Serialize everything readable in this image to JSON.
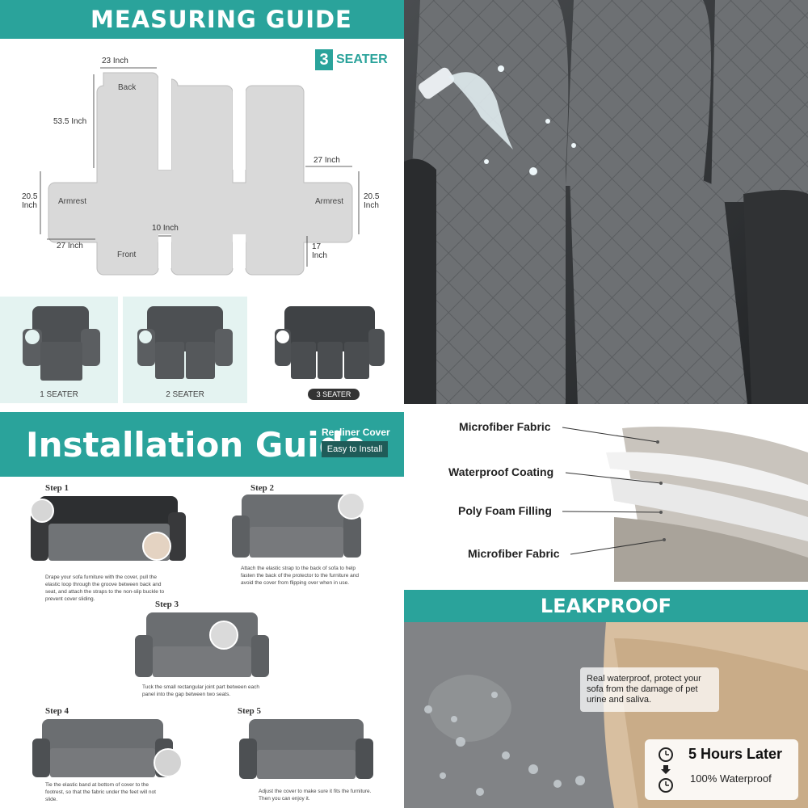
{
  "measuring_guide": {
    "title": "MEASURING GUIDE",
    "seater_badge": {
      "number": "3",
      "label": "SEATER"
    },
    "dimensions": {
      "back_width": "23 Inch",
      "back_height": "53.5 Inch",
      "arm_width_right": "27 Inch",
      "arm_height_left": "20.5\nInch",
      "arm_height_right": "20.5\nInch",
      "arm_width_left": "27 Inch",
      "gap_width": "10 Inch",
      "front_height": "17\nInch"
    },
    "labels": {
      "back": "Back",
      "armrest_left": "Armrest",
      "armrest_right": "Armrest",
      "front": "Front"
    },
    "thumbnails": [
      "1 SEATER",
      "2 SEATER",
      "3 SEATER"
    ]
  },
  "installation_guide": {
    "title": "Installation Guide",
    "subtitle": "Recliner Cover",
    "badge": "Easy to Install",
    "steps": [
      {
        "title": "Step 1",
        "text": "Drape your sofa furniture with the cover, pull the elastic loop through the groove between back and seat, and attach the straps to the non-slip buckle to prevent cover sliding."
      },
      {
        "title": "Step 2",
        "text": "Attach the elastic strap to the back of sofa to help fasten the back of the protector to the furniture and avoid the cover from flipping over when in use."
      },
      {
        "title": "Step 3",
        "text": "Tuck the small rectangular joint part between each panel into the gap between two seats."
      },
      {
        "title": "Step 4",
        "text": "Tie the elastic band at bottom of cover to the footrest, so that the fabric under the feet will not slide."
      },
      {
        "title": "Step 5",
        "text": "Adjust the cover to make sure it fits the furniture. Then you can enjoy it."
      }
    ]
  },
  "layers": {
    "items": [
      "Microfiber Fabric",
      "Waterproof Coating",
      "Poly Foam Filling",
      "Microfiber Fabric"
    ]
  },
  "leakproof": {
    "title": "LEAKPROOF",
    "note": "Real waterproof, protect your sofa from the damage of pet urine and saliva.",
    "hours_label": "5 Hours Later",
    "waterproof_label": "100% Waterproof"
  },
  "icons": [
    "clock-icon",
    "arrow-down-icon",
    "water-splash-icon"
  ],
  "colors": {
    "accent": "#2aa39b",
    "accent_dark": "#1f5b58",
    "fabric": "#6b6e71",
    "leather": "#2f3133"
  }
}
